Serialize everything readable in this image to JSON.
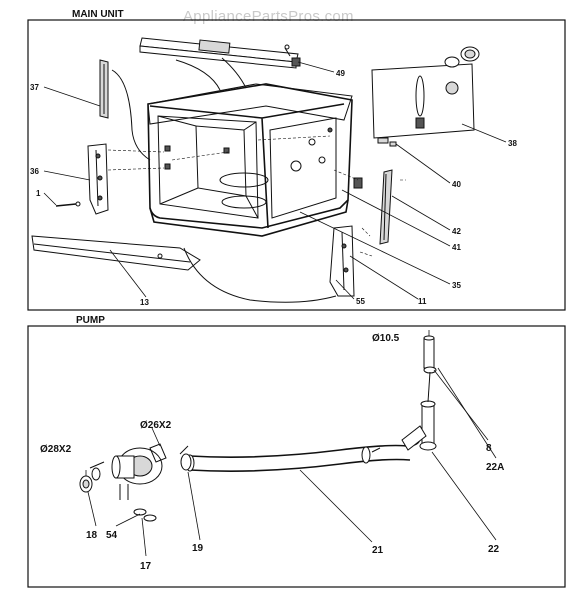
{
  "watermark": "AppliancePartsPros.com",
  "main_unit": {
    "title": "MAIN UNIT",
    "callouts": [
      "37",
      "36",
      "1",
      "13",
      "49",
      "38",
      "40",
      "42",
      "41",
      "35",
      "11",
      "55"
    ]
  },
  "pump": {
    "title": "PUMP",
    "dimensions": [
      "Ø28X2",
      "Ø26X2",
      "Ø10.5"
    ],
    "callouts": [
      "18",
      "54",
      "17",
      "19",
      "21",
      "8",
      "22A",
      "22"
    ]
  }
}
